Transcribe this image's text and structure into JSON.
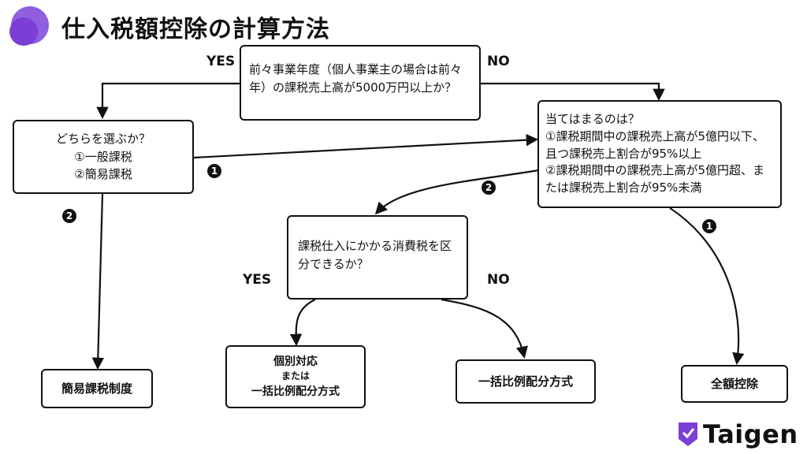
{
  "title": "仕入税額控除の計算方法",
  "boxes": {
    "q1": "前々事業年度（個人事業主の場合は前々年）の課税売上高が5000万円以上か？",
    "choose": {
      "line1": "どちらを選ぶか？",
      "line2": "①一般課税",
      "line3": "②簡易課税"
    },
    "which": {
      "line1": "当てはまるのは？",
      "line2": "①課税期間中の課税売上高が5億円以下、且つ課税売上割合が95%以上",
      "line3": "②課税期間中の課税売上高が5億円超、または課税売上割合が95%未満"
    },
    "q2": "課税仕入にかかる消費税を区分できるか？",
    "simple": "簡易課税制度",
    "individual": {
      "line1": "個別対応",
      "line2": "または",
      "line3": "一括比例配分方式"
    },
    "lump": "一括比例配分方式",
    "full": "全額控除"
  },
  "labels": {
    "yes1": "YES",
    "no1": "NO",
    "yes2": "YES",
    "no2": "NO",
    "n1a": "1",
    "n2a": "2",
    "n2b": "2",
    "n1b": "1"
  },
  "brand": {
    "name": "Taigen",
    "accent": "#7b3fd6"
  }
}
